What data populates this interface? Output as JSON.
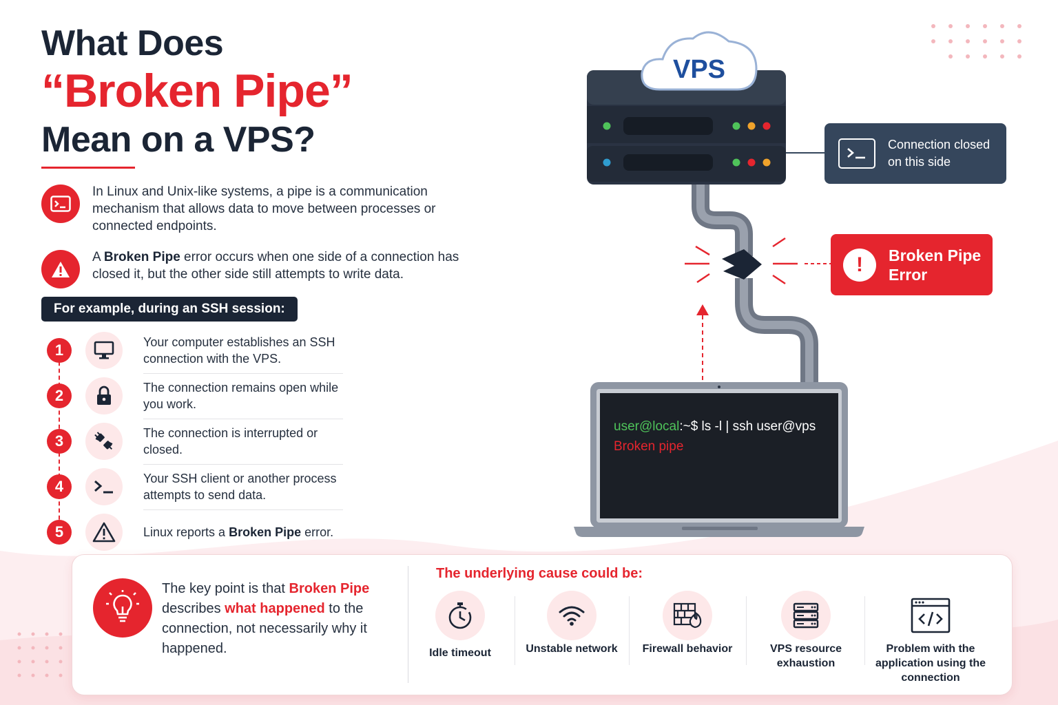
{
  "title": {
    "line1": "What Does",
    "line2": "“Broken Pipe”",
    "line3": "Mean on a VPS?"
  },
  "intro": {
    "pipe_definition": "In Linux and Unix-like systems, a pipe is a communication mechanism that allows data to move between processes or connected endpoints.",
    "error_prefix": "A ",
    "error_bold": "Broken Pipe",
    "error_suffix": " error occurs when one side of a connection has closed it, but the other side still attempts to write data."
  },
  "example_label": "For example, during an SSH session:",
  "steps": [
    {
      "num": "1",
      "icon": "monitor-icon",
      "text": "Your computer establishes an SSH connection with the VPS."
    },
    {
      "num": "2",
      "icon": "lock-icon",
      "text": "The connection remains open while you work."
    },
    {
      "num": "3",
      "icon": "unplugged-icon",
      "text": "The connection is interrupted or closed."
    },
    {
      "num": "4",
      "icon": "terminal-prompt-icon",
      "text": "Your SSH client or another process attempts to send data."
    },
    {
      "num": "5",
      "icon": "warning-icon",
      "text_prefix": "Linux reports a ",
      "text_bold": "Broken Pipe",
      "text_suffix": " error."
    }
  ],
  "diagram": {
    "vps_label": "VPS",
    "server_callout": "Connection closed on this side",
    "error_callout": "Broken Pipe Error",
    "terminal": {
      "prompt_user": "user@local",
      "prompt_rest": ":~$ ls -l | ssh user@vps",
      "output": "Broken pipe"
    },
    "colors": {
      "accent": "#e5252e",
      "dark": "#1b2535",
      "server": "#35465c",
      "cloud_text": "#1e4f9e"
    }
  },
  "key_point": {
    "p1": "The key point is that ",
    "r1": "Broken Pipe",
    "p2": " describes ",
    "r2": "what happened",
    "p3": " to the connection, not necessarily why it happened."
  },
  "causes": {
    "title": "The underlying cause could be:",
    "items": [
      {
        "icon": "stopwatch-icon",
        "label": "Idle timeout"
      },
      {
        "icon": "wifi-icon",
        "label": "Unstable network"
      },
      {
        "icon": "firewall-icon",
        "label": "Firewall behavior"
      },
      {
        "icon": "server-stack-icon",
        "label": "VPS resource exhaustion"
      },
      {
        "icon": "code-window-icon",
        "label": "Problem with the application using the connection"
      }
    ]
  }
}
